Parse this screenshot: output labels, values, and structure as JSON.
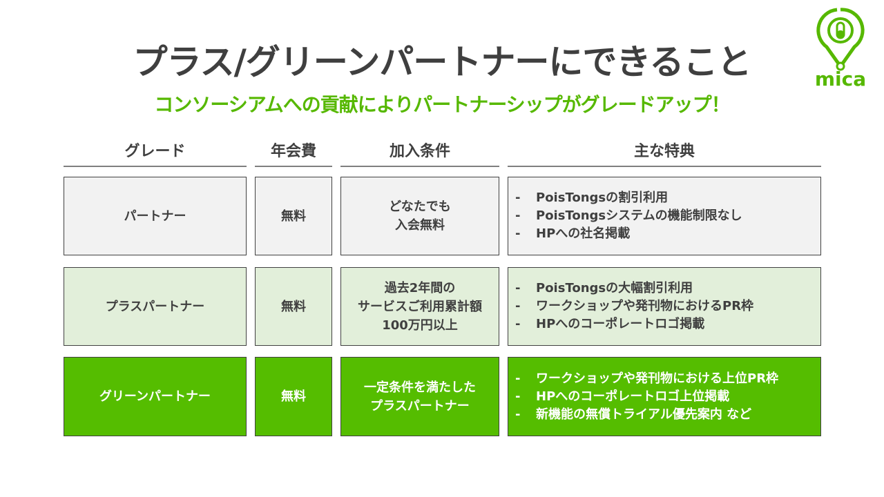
{
  "title": "プラス/グリーンパートナーにできること",
  "subtitle": "コンソーシアムへの貢献によりパートナーシップがグレードアップ！",
  "logo": {
    "text": "mica",
    "color": "#56b800"
  },
  "headers": [
    "グレード",
    "年会費",
    "加入条件",
    "主な特典"
  ],
  "colors": {
    "row_partner": "#f2f2f2",
    "row_plus": "#e2efda",
    "row_green": "#55bd00",
    "accent": "#56b800"
  },
  "rows": [
    {
      "grade": "パートナー",
      "fee": "無料",
      "condition": "どなたでも\n入会無料",
      "benefits": [
        "PoisTongsの割引利用",
        "PoisTongsシステムの機能制限なし",
        "HPへの社名掲載"
      ]
    },
    {
      "grade": "プラスパートナー",
      "fee": "無料",
      "condition": "過去2年間の\nサービスご利用累計額\n100万円以上",
      "benefits": [
        "PoisTongsの大幅割引利用",
        "ワークショップや発刊物におけるPR枠",
        "HPへのコーポレートロゴ掲載"
      ]
    },
    {
      "grade": "グリーンパートナー",
      "fee": "無料",
      "condition": "一定条件を満たした\nプラスパートナー",
      "benefits": [
        "ワークショップや発刊物における上位PR枠",
        "HPへのコーポレートロゴ上位掲載",
        "新機能の無償トライアル優先案内 など"
      ]
    }
  ],
  "bullet": "-"
}
